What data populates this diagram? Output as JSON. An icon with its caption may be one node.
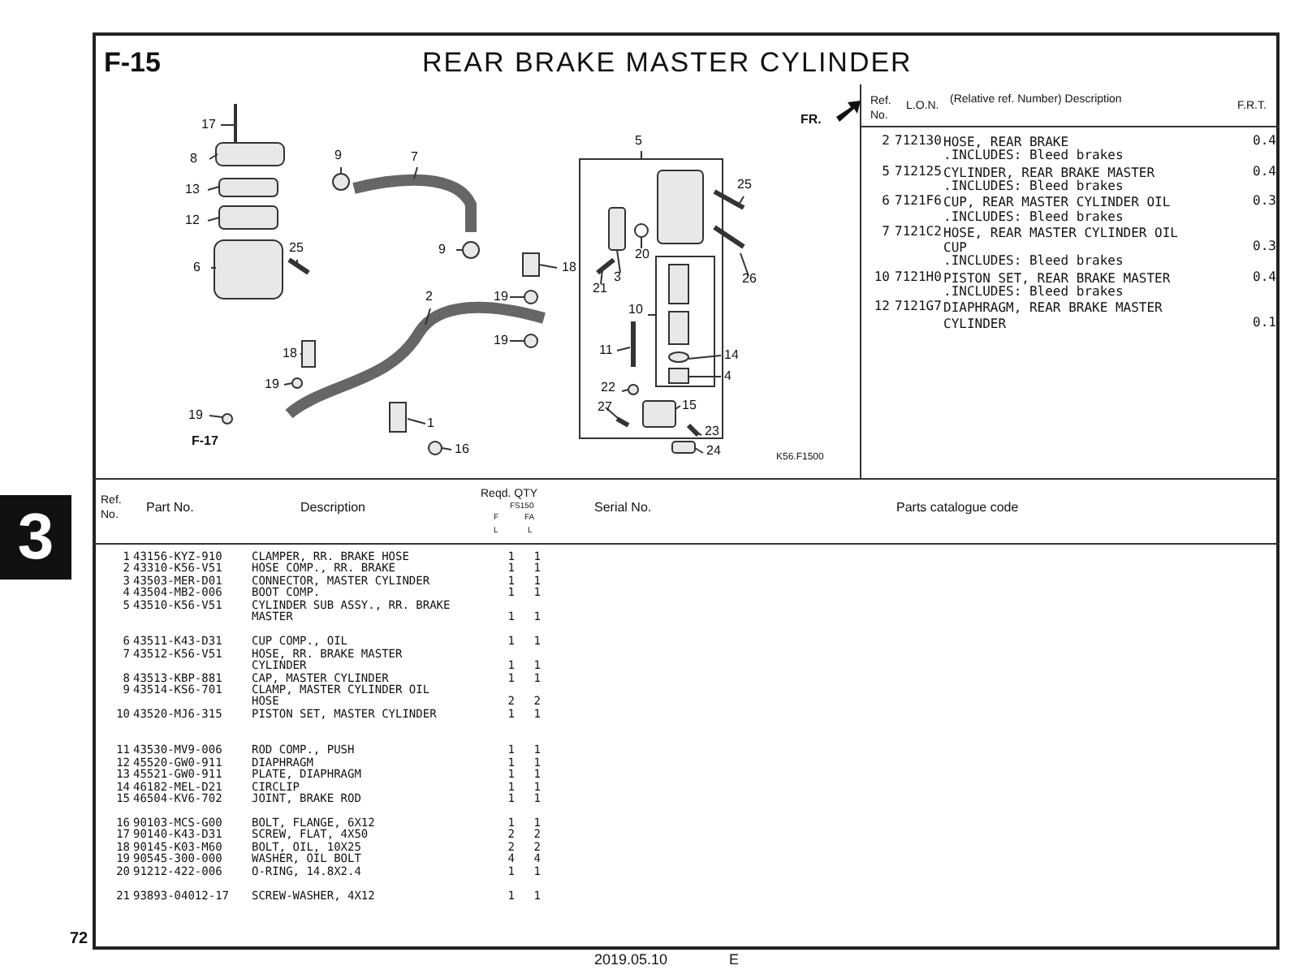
{
  "diagram": {
    "title": "REAR BRAKE MASTER CYLINDER",
    "labels": [
      "F-15",
      "17",
      "8",
      "13",
      "12",
      "6",
      "9",
      "7",
      "25",
      "9",
      "18",
      "19",
      "19",
      "2",
      "F-17",
      "1",
      "16",
      "5",
      "FR.",
      "25",
      "20",
      "3",
      "21",
      "26",
      "18",
      "19",
      "19",
      "10",
      "11",
      "14",
      "4",
      "22",
      "27",
      "15",
      "23",
      "24",
      "K56.F1500",
      "Ref. No.",
      "L.O.N.",
      "(Relative ref. Number) Description",
      "F.R.T.",
      "2",
      "712130",
      "HOSE, REAR BRAKE",
      "0.4",
      ".INCLUDES: Bleed brakes",
      "5",
      "712125",
      "CYLINDER, REAR BRAKE MASTER",
      "0.4",
      ".INCLUDES: Bleed brakes",
      "6",
      "7121F6",
      "CUP, REAR MASTER CYLINDER OIL",
      "0.3",
      ".INCLUDES: Bleed brakes",
      "7",
      "7121C2",
      "HOSE, REAR MASTER CYLINDER OIL CUP",
      "0.3",
      ".INCLUDES: Bleed brakes",
      "10",
      "7121H0",
      "PISTON SET, REAR BRAKE MASTER",
      "0.4",
      ".INCLUDES: Bleed brakes",
      "12",
      "7121G7",
      "DIAPHRAGM, REAR BRAKE MASTER CYLINDER",
      "0.1",
      "Ref. No.",
      "Part No.",
      "Description",
      "Reqd. QTY",
      "FS150",
      "F",
      "FA",
      "L",
      "L",
      "Serial No.",
      "Parts catalogue code",
      "1",
      "43156-KYZ-910",
      "CLAMPER, RR. BRAKE HOSE",
      "1",
      "1",
      "2",
      "43310-K56-V51",
      "HOSE COMP., RR. BRAKE",
      "1",
      "1",
      "3",
      "43503-MER-D01",
      "CONNECTOR, MASTER CYLINDER",
      "1",
      "1",
      "4",
      "43504-MB2-006",
      "BOOT COMP.",
      "1",
      "1",
      "5",
      "43510-K56-V51",
      "CYLINDER SUB ASSY., RR. BRAKE MASTER",
      "1",
      "1",
      "6",
      "43511-K43-D31",
      "CUP COMP., OIL",
      "1",
      "1",
      "7",
      "43512-K56-V51",
      "HOSE, RR. BRAKE MASTER CYLINDER",
      "1",
      "1",
      "8",
      "43513-KBP-881",
      "CAP, MASTER CYLINDER",
      "1",
      "1",
      "9",
      "43514-KS6-701",
      "CLAMP, MASTER CYLINDER OIL HOSE",
      "2",
      "2",
      "10",
      "43520-MJ6-315",
      "PISTON SET, MASTER CYLINDER",
      "1",
      "1",
      "11",
      "43530-MV9-006",
      "ROD COMP., PUSH",
      "1",
      "1",
      "12",
      "45520-GW0-911",
      "DIAPHRAGM",
      "1",
      "1",
      "13",
      "45521-GW0-911",
      "PLATE, DIAPHRAGM",
      "1",
      "1",
      "14",
      "46182-MEL-D21",
      "CIRCLIP",
      "1",
      "1",
      "15",
      "46504-KV6-702",
      "JOINT, BRAKE ROD",
      "1",
      "1",
      "16",
      "90103-MCS-G00",
      "BOLT, FLANGE, 6X12",
      "1",
      "1",
      "17",
      "90140-K43-D31",
      "SCREW, FLAT, 4X50",
      "2",
      "2",
      "18",
      "90145-K03-M60",
      "BOLT, OIL, 10X25",
      "2",
      "2",
      "19",
      "90545-300-000",
      "WASHER, OIL BOLT",
      "4",
      "4",
      "20",
      "91212-422-006",
      "O-RING, 14.8X2.4",
      "1",
      "1",
      "21",
      "93893-04012-17",
      "SCREW-WASHER, 4X12",
      "1",
      "1",
      "3",
      "72",
      "2019.05.10",
      "E"
    ]
  }
}
